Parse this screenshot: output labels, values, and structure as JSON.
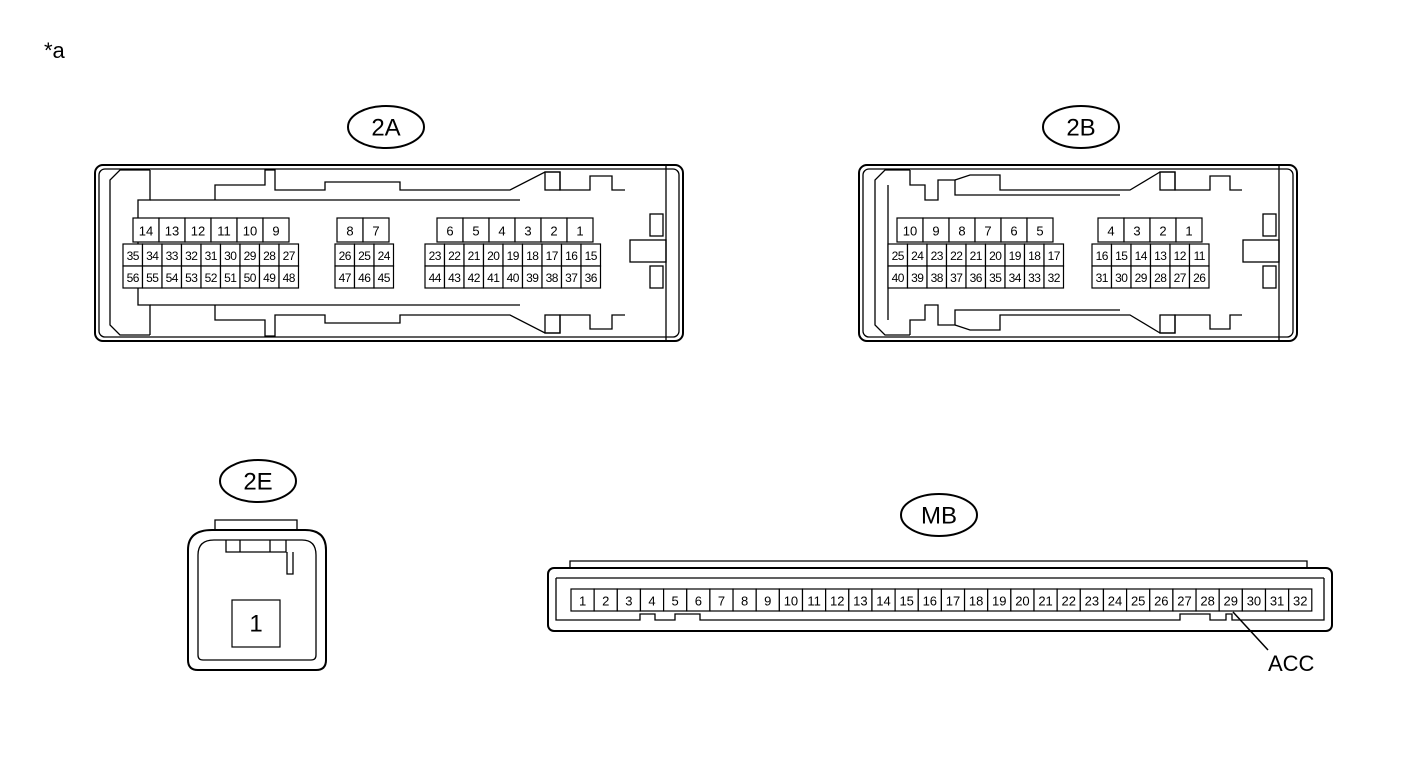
{
  "note": "*a",
  "connectors": {
    "c2A": {
      "label": "2A",
      "groups": [
        {
          "rows": [
            [
              "14",
              "13",
              "12",
              "11",
              "10",
              "9"
            ],
            [
              "35",
              "34",
              "33",
              "32",
              "31",
              "30",
              "29",
              "28",
              "27"
            ],
            [
              "56",
              "55",
              "54",
              "53",
              "52",
              "51",
              "50",
              "49",
              "48"
            ]
          ]
        },
        {
          "rows": [
            [
              "8",
              "7"
            ],
            [
              "26",
              "25",
              "24"
            ],
            [
              "47",
              "46",
              "45"
            ]
          ]
        },
        {
          "rows": [
            [
              "6",
              "5",
              "4",
              "3",
              "2",
              "1"
            ],
            [
              "23",
              "22",
              "21",
              "20",
              "19",
              "18",
              "17",
              "16",
              "15"
            ],
            [
              "44",
              "43",
              "42",
              "41",
              "40",
              "39",
              "38",
              "37",
              "36"
            ]
          ]
        }
      ]
    },
    "c2B": {
      "label": "2B",
      "groups": [
        {
          "rows": [
            [
              "10",
              "9",
              "8",
              "7",
              "6",
              "5"
            ],
            [
              "25",
              "24",
              "23",
              "22",
              "21",
              "20",
              "19",
              "18",
              "17"
            ],
            [
              "40",
              "39",
              "38",
              "37",
              "36",
              "35",
              "34",
              "33",
              "32"
            ]
          ]
        },
        {
          "rows": [
            [
              "4",
              "3",
              "2",
              "1"
            ],
            [
              "16",
              "15",
              "14",
              "13",
              "12",
              "11"
            ],
            [
              "31",
              "30",
              "29",
              "28",
              "27",
              "26"
            ]
          ]
        }
      ]
    },
    "c2E": {
      "label": "2E",
      "pins": [
        "1"
      ]
    },
    "cMB": {
      "label": "MB",
      "pins": [
        "1",
        "2",
        "3",
        "4",
        "5",
        "6",
        "7",
        "8",
        "9",
        "10",
        "11",
        "12",
        "13",
        "14",
        "15",
        "16",
        "17",
        "18",
        "19",
        "20",
        "21",
        "22",
        "23",
        "24",
        "25",
        "26",
        "27",
        "28",
        "29",
        "30",
        "31",
        "32"
      ],
      "callout": {
        "pin": "29",
        "text": "ACC"
      }
    }
  }
}
